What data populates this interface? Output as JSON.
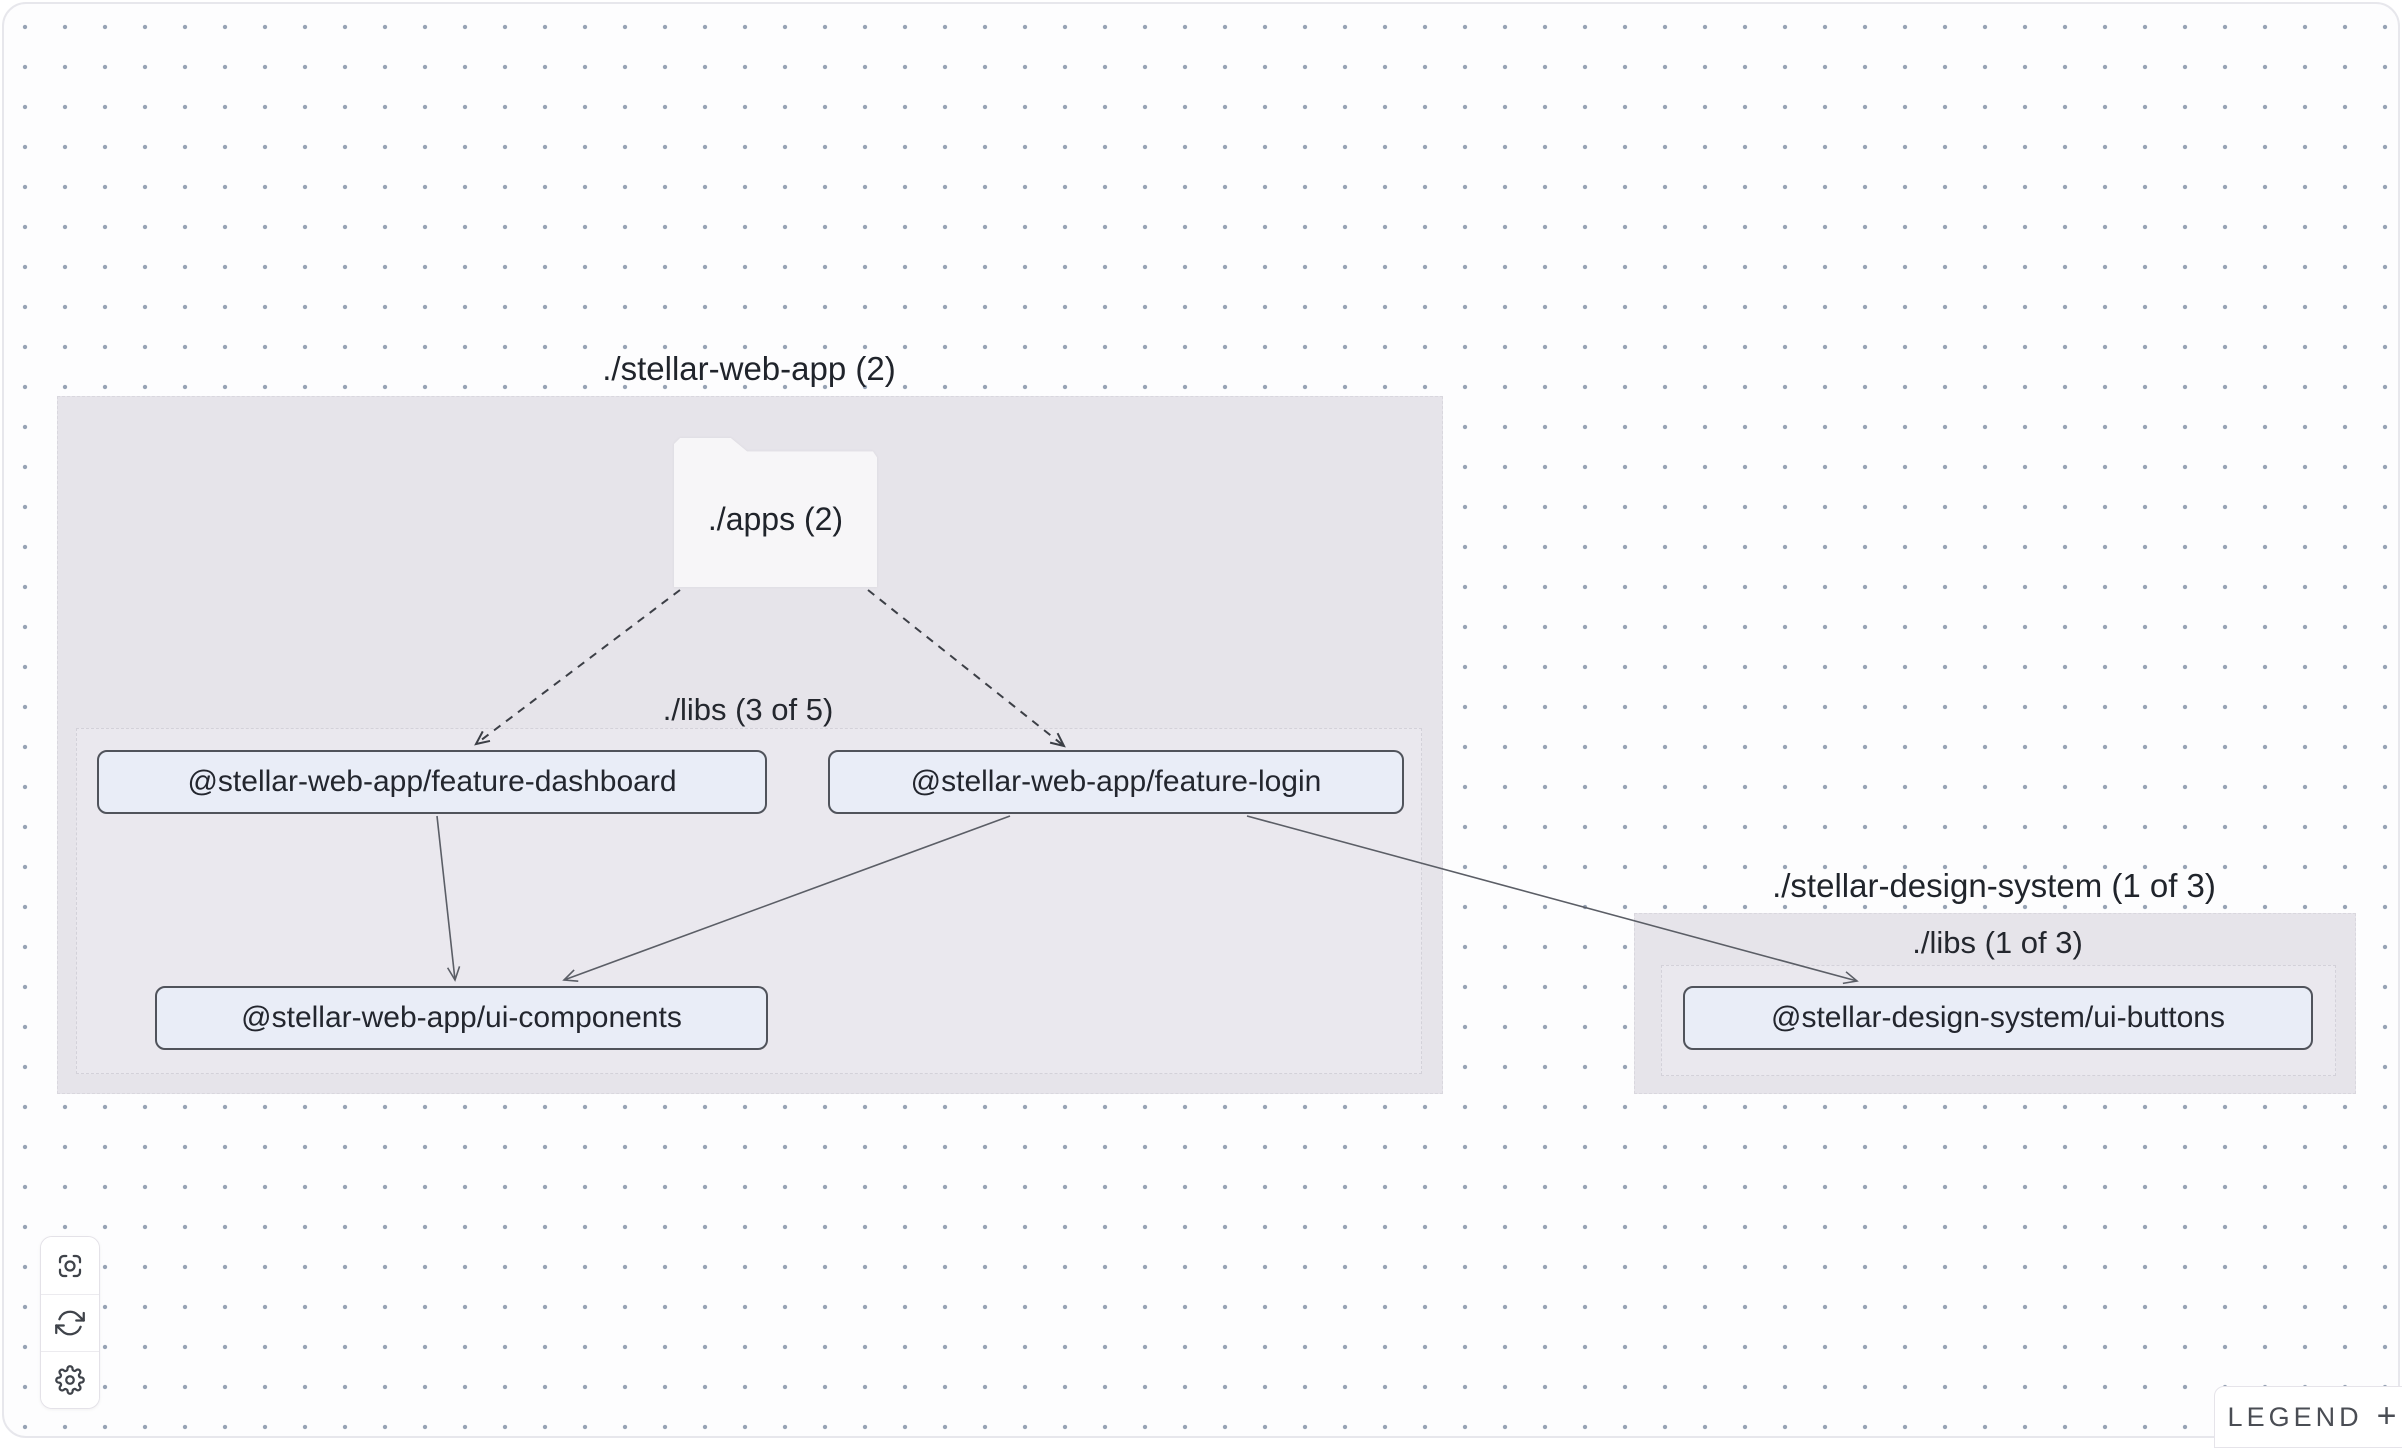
{
  "graph": {
    "groups": [
      {
        "id": "stellar-web-app",
        "label": "./stellar-web-app (2)",
        "apps_folder_label": "./apps (2)",
        "libs_label": "./libs (3 of 5)",
        "nodes": [
          {
            "id": "feature-dashboard",
            "label": "@stellar-web-app/feature-dashboard"
          },
          {
            "id": "feature-login",
            "label": "@stellar-web-app/feature-login"
          },
          {
            "id": "ui-components",
            "label": "@stellar-web-app/ui-components"
          }
        ]
      },
      {
        "id": "stellar-design-system",
        "label": "./stellar-design-system (1 of 3)",
        "libs_label": "./libs (1 of 3)",
        "nodes": [
          {
            "id": "ui-buttons",
            "label": "@stellar-design-system/ui-buttons"
          }
        ]
      }
    ],
    "edges": [
      {
        "from": "./apps",
        "to": "@stellar-web-app/feature-dashboard",
        "style": "dashed"
      },
      {
        "from": "./apps",
        "to": "@stellar-web-app/feature-login",
        "style": "dashed"
      },
      {
        "from": "@stellar-web-app/feature-dashboard",
        "to": "@stellar-web-app/ui-components",
        "style": "solid"
      },
      {
        "from": "@stellar-web-app/feature-login",
        "to": "@stellar-web-app/ui-components",
        "style": "solid"
      },
      {
        "from": "@stellar-web-app/feature-login",
        "to": "@stellar-design-system/ui-buttons",
        "style": "solid"
      }
    ]
  },
  "toolbar": {
    "buttons": [
      {
        "icon": "focus-icon"
      },
      {
        "icon": "refresh-icon"
      },
      {
        "icon": "settings-gear-icon"
      }
    ]
  },
  "legend": {
    "label": "LEGEND",
    "expand_symbol": "+"
  },
  "colors": {
    "canvas_bg": "#fdfdfe",
    "dot": "#97a3b5",
    "group_fill": "#e6e4ea",
    "subgroup_fill": "#eae8ee",
    "folder_fill": "#f7f6f8",
    "node_fill": "#e9edf7",
    "node_border": "#50535b",
    "edge_dashed": "#3c3f46",
    "edge_solid": "#5b5e66",
    "label_text": "#20242b"
  }
}
